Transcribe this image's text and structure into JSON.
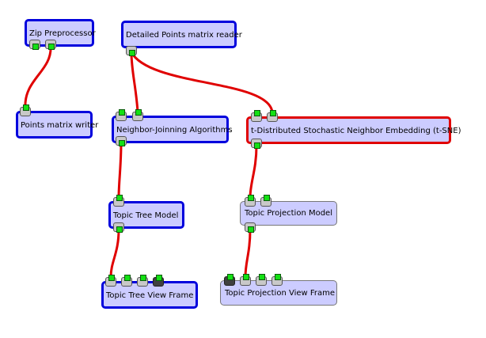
{
  "nodes": {
    "zip_preprocessor": {
      "label": "Zip Preprocessor"
    },
    "detailed_points_reader": {
      "label": "Detailed Points matrix reader"
    },
    "points_matrix_writer": {
      "label": "Points matrix writer"
    },
    "neighbor_joining": {
      "label": "Neighbor-Joinning Algorithms"
    },
    "tsne": {
      "label": "t-Distributed Stochastic Neighbor Embedding (t-SNE)"
    },
    "topic_tree_model": {
      "label": "Topic Tree Model"
    },
    "topic_projection_model": {
      "label": "Topic Projection Model"
    },
    "topic_tree_view_frame": {
      "label": "Topic Tree View Frame"
    },
    "topic_projection_view_frame": {
      "label": "Topic Projection View Frame"
    }
  },
  "colors": {
    "node_fill": "#ccccff",
    "node_border_selected": "#0000dd",
    "node_border_active": "#e00000",
    "wire": "#e00000",
    "port_indicator": "#14e014"
  }
}
